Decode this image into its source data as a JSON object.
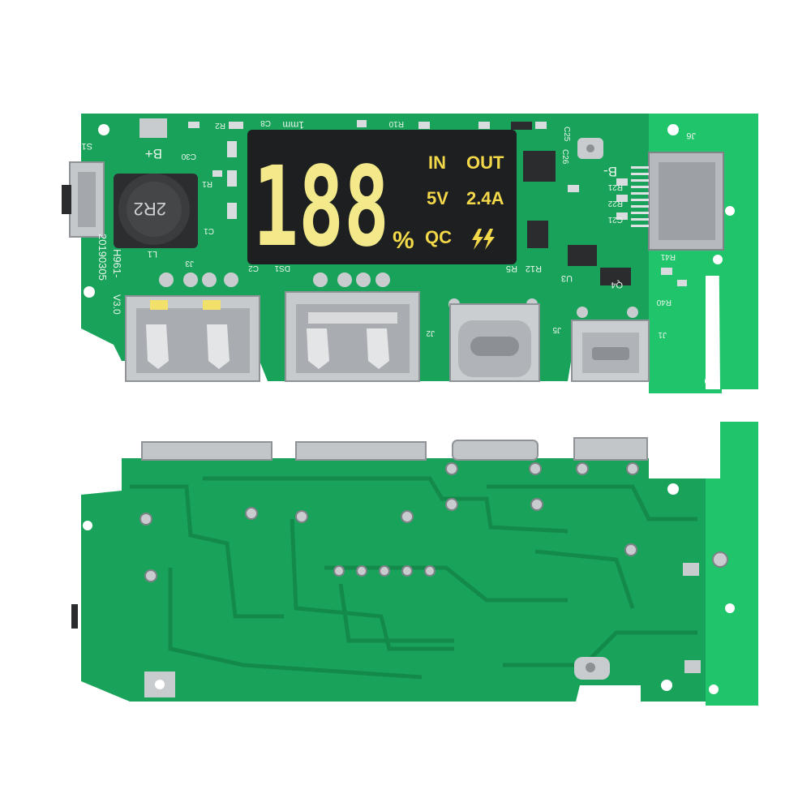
{
  "colors": {
    "pcb": "#19a35a",
    "pcb_dark": "#138a4a",
    "pcb_trace": "#15904f",
    "tab": "#20c46a",
    "lcd_bg": "#1d1f20",
    "lcd_text": "#f3d84a",
    "metal": "#bfc3c7",
    "silkscreen": "#e9f5ec"
  },
  "top_board": {
    "lcd": {
      "digits": "188",
      "percent": "%",
      "in_label": "IN",
      "out_label": "OUT",
      "voltage": "5V",
      "current": "2.4A",
      "qc_label": "QC",
      "bolt_icon": "double-lightning-icon"
    },
    "silkscreen": {
      "s1": "S1",
      "b_plus": "B+",
      "b_minus": "B-",
      "inductor": "2R2",
      "part_number": "H961-",
      "date_code": "20190305",
      "version": "V3.0",
      "l1": "L1",
      "c30": "C30",
      "c1": "C1",
      "c2": "C2",
      "j3": "J3",
      "j2": "J2",
      "j5": "J5",
      "j1": "J1",
      "j6": "J6",
      "ds1": "DS1",
      "r12": "R12",
      "r5": "R5",
      "u3": "U3",
      "q4": "Q4",
      "r41": "R41",
      "r40": "R40",
      "c25": "C25",
      "r10": "R10",
      "c8": "C8",
      "c26": "C26",
      "r21": "R21",
      "r22": "R22",
      "c21": "C21",
      "r2": "R2",
      "r1": "R1",
      "dim": "1mm"
    },
    "ports": [
      "usb-a-port",
      "usb-a-port",
      "usb-c-port",
      "micro-usb-port"
    ]
  },
  "bottom_board": {
    "ports": [
      "usb-a-port",
      "usb-a-port",
      "usb-c-port",
      "micro-usb-port"
    ]
  }
}
